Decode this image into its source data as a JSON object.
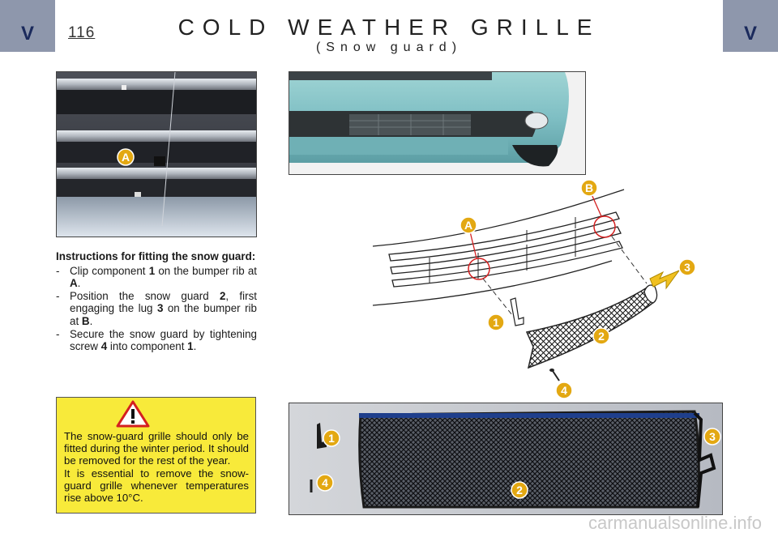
{
  "header": {
    "left_tab_label": "V",
    "right_tab_label": "V",
    "page_number": "116",
    "title": "COLD WEATHER GRILLE",
    "subtitle": "(Snow guard)"
  },
  "callouts": {
    "photo_a": "A",
    "diagram_a": "A",
    "diagram_b": "B",
    "diagram_1": "1",
    "diagram_2": "2",
    "diagram_3": "3",
    "diagram_4": "4",
    "bottom_1": "1",
    "bottom_2": "2",
    "bottom_3": "3",
    "bottom_4": "4"
  },
  "callout_color": "#e3a812",
  "instructions": {
    "heading": "Instructions for fitting the snow guard:",
    "steps": [
      {
        "before": "Clip component ",
        "ref": "1",
        "after": " on the bumper rib at ",
        "ref2": "A",
        "end": "."
      },
      {
        "before": "Position the snow guard ",
        "ref": "2",
        "after": ", first engaging the lug ",
        "ref2": "3",
        "end": " on the bumper rib at ",
        "ref3": "B",
        "end2": "."
      },
      {
        "before": "Secure the snow guard by tightening screw ",
        "ref": "4",
        "after": " into component ",
        "ref2": "1",
        "end": "."
      }
    ]
  },
  "warning": {
    "icon": "warning-triangle-icon",
    "text_line1": "The snow-guard grille should only be fitted during the winter period. It should be removed for the rest of the year.",
    "text_line2": "It is essential to remove the snow-guard grille whenever temperatures rise above 10°C.",
    "background": "#f8ea3a"
  },
  "watermark": "carmanualsonline.info"
}
